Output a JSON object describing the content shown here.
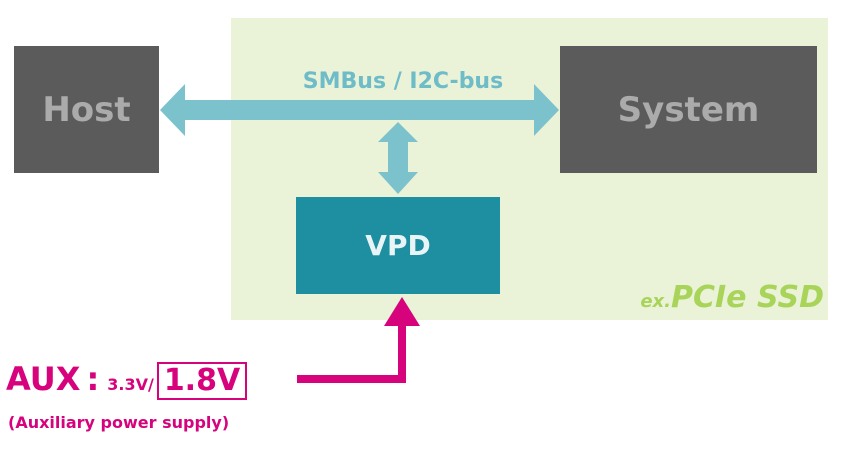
{
  "host": "Host",
  "system": "System",
  "vpd": "VPD",
  "bus_label": "SMBus / I2C-bus",
  "ssd_prefix": "ex.",
  "ssd_name": "PCIe SSD",
  "aux": {
    "label": "AUX",
    "colon": ":",
    "voltage_1": "3.3V/",
    "voltage_2": "1.8V",
    "description": "(Auxiliary power supply)"
  },
  "colors": {
    "ssd_area": "#eaf2d8",
    "box_gray": "#5b5b5b",
    "vpd_teal": "#1e8ea1",
    "bus_arrow": "#7cc2cd",
    "aux_magenta": "#d6037c",
    "ssd_label_green": "#a9d45a"
  }
}
